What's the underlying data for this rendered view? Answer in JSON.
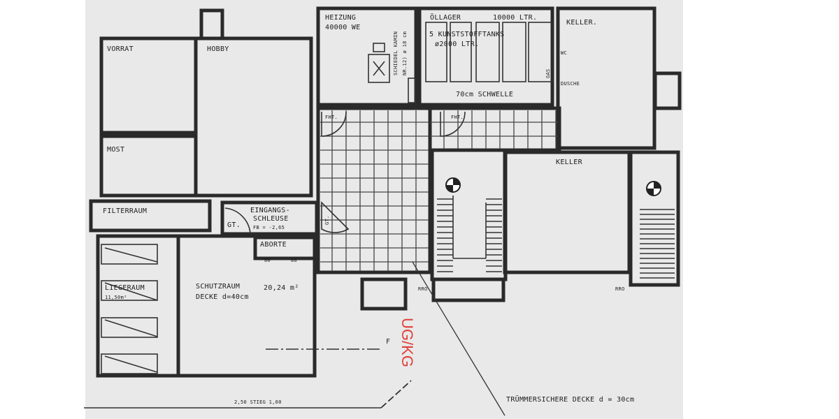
{
  "plan": {
    "rooms": {
      "heizung": "HEIZUNG",
      "heizung_power": "40000 WE",
      "kamin": "SCHIEDEL KAMIN",
      "kamin_size": "NR.12) ø 18 cm",
      "oellager": "ÖLLAGER",
      "oellager_volume": "10000 LTR.",
      "tanks": "5 KUNSTSTOFFTANKS",
      "tanks_volume": "ø2000 LTR.",
      "schwelle": "70cm SCHWELLE",
      "keller_top": "KELLER.",
      "keller_mid": "KELLER",
      "vorrat": "VORRAT",
      "hobby": "HOBBY",
      "most": "MOST",
      "filterraum": "FILTERRAUM",
      "eingangsschleuse_1": "EINGANGS-",
      "eingangsschleuse_2": "SCHLEUSE",
      "eingangsschleuse_3": "FB = -2,65",
      "gt": "GT.",
      "gt2": "GT.",
      "aborte": "ABORTE",
      "liegeraum": "LIEGERAUM",
      "liegeraum_area": "11,50m²",
      "schutzraum": "SCHUTZRAUM",
      "schutzraum_area": "20,24 m²",
      "schutzraum_decke": "DECKE d=40cm",
      "fht1": "FHT.",
      "fht2": "FHT.",
      "wc": "WC",
      "dusche": "DUSCHE",
      "gas": "GAS",
      "rro1": "RRO",
      "rro2": "RRO",
      "f": "F",
      "dim_bottom": "2,50   STIEG   1,00",
      "truemmer": "TRÜMMERSICHERE DECKE d = 30cm",
      "ab_80a": "80",
      "ab_80b": "80"
    },
    "floor_label": "UG/KG",
    "colors": {
      "paper": "#e9e9e9",
      "ink": "#2a2a2a",
      "floor_label": "#e0403a"
    }
  }
}
